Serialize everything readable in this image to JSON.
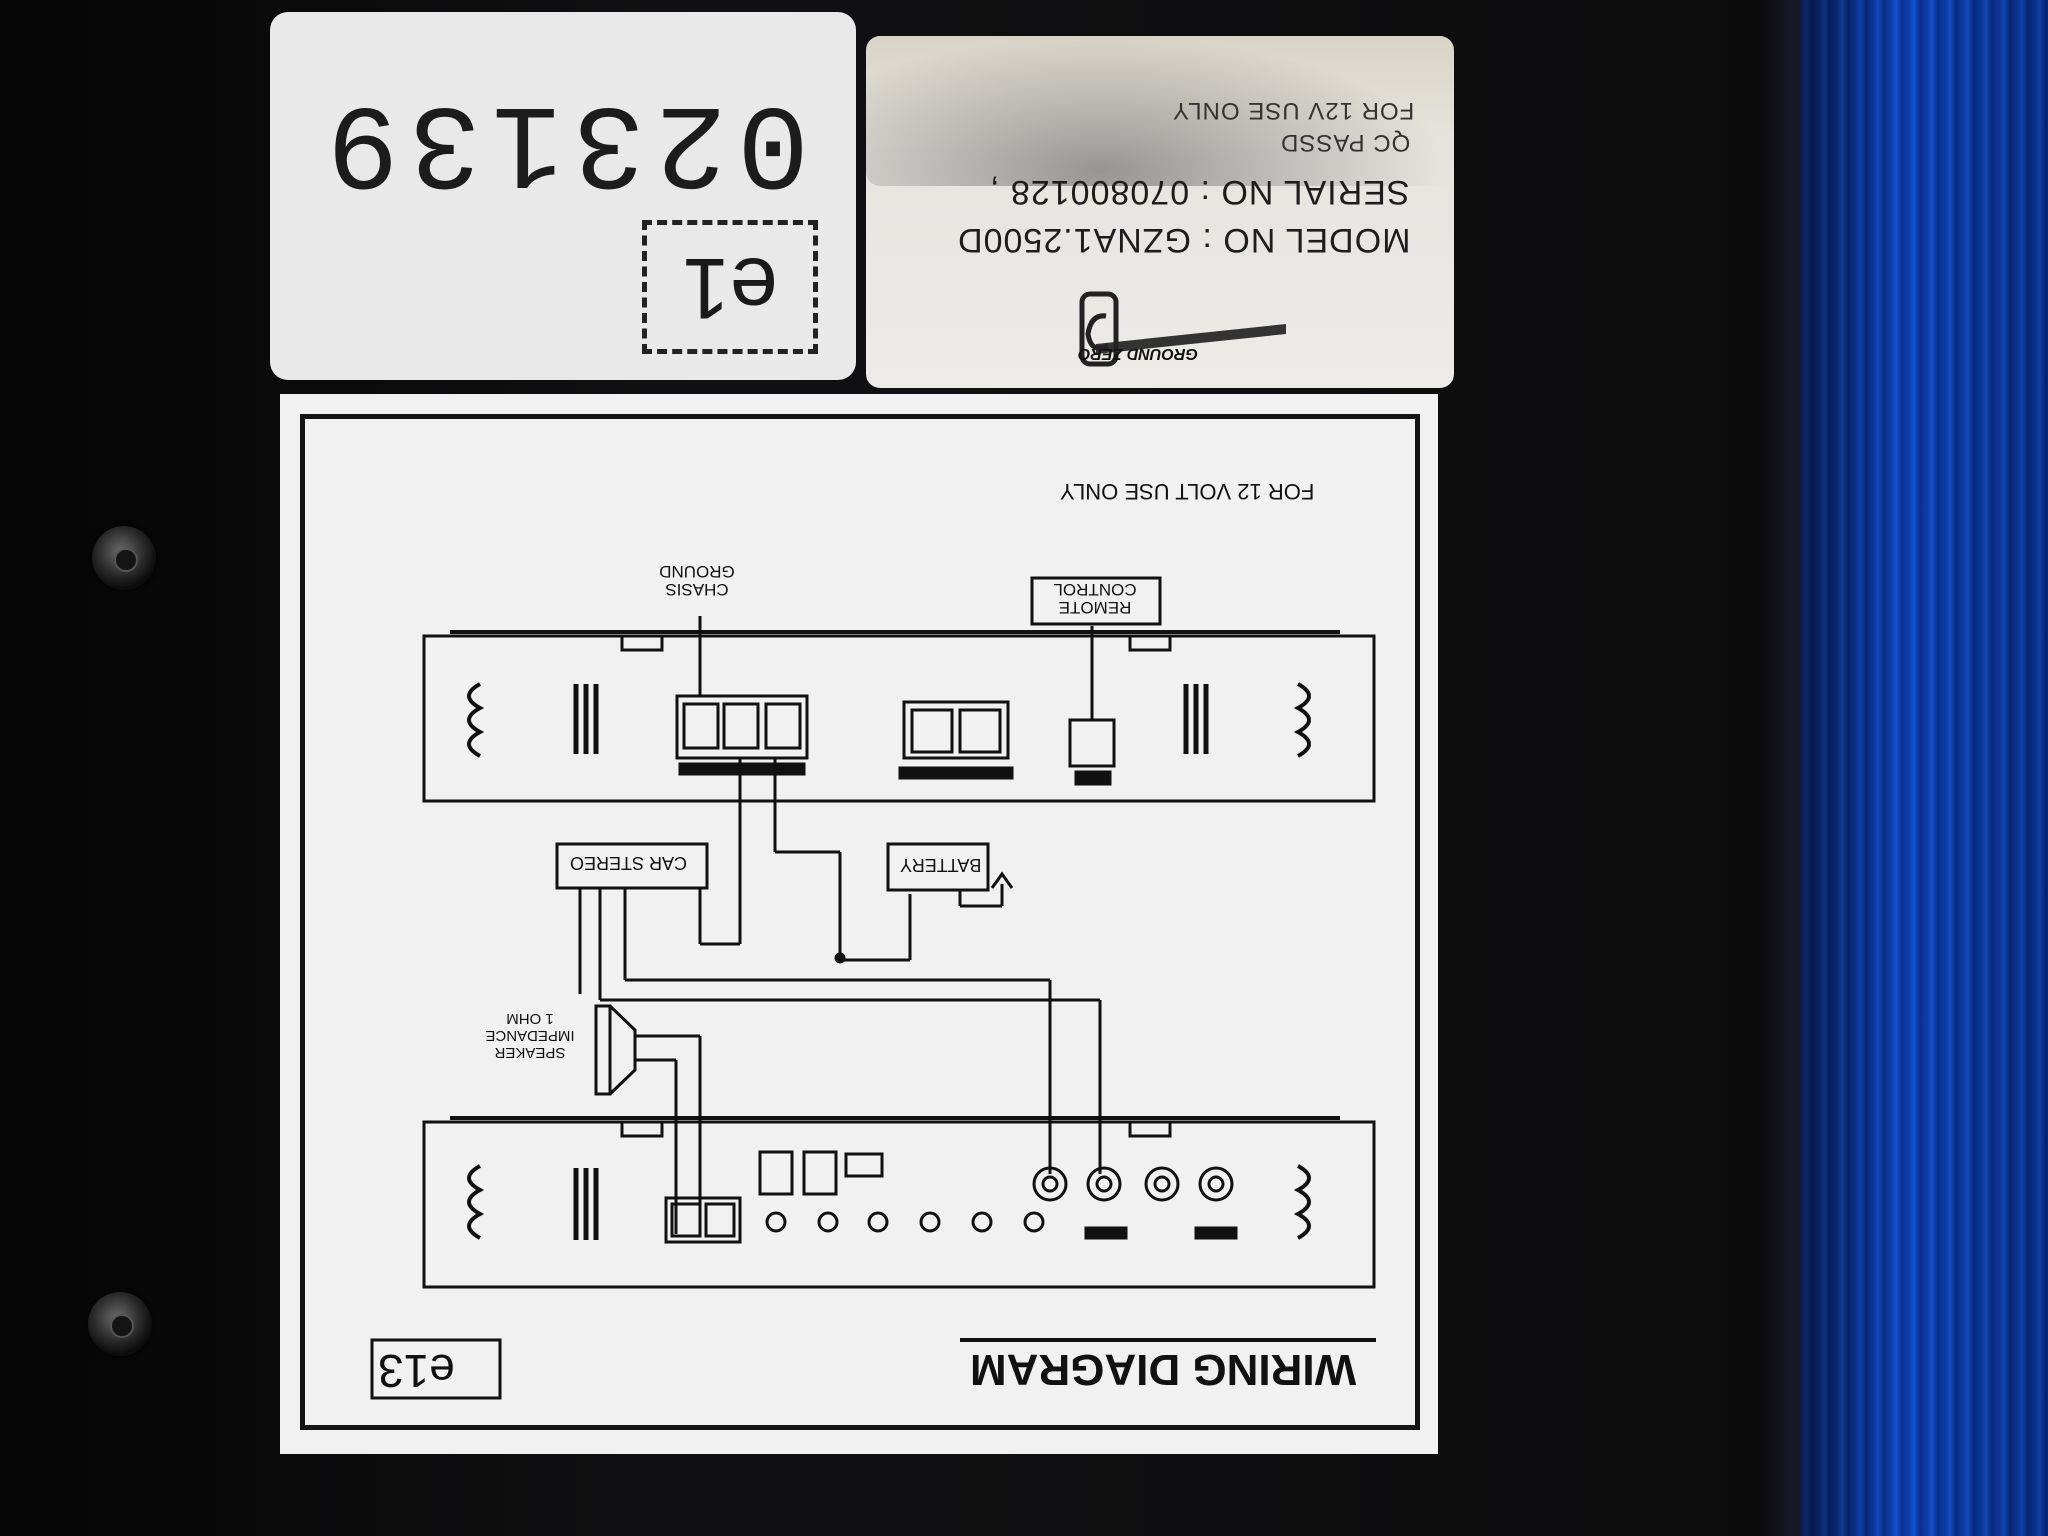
{
  "label_number": {
    "code": "023139",
    "mark": "e1"
  },
  "model_label": {
    "model_no": "MODEL NO : GZNA1.2500D",
    "serial_no": "SERIAL NO : 070800128 ,",
    "qc": "QC PASSD",
    "usage": "FOR 12V USE ONLY",
    "brand": "GROUND ZERO"
  },
  "wiring_diagram": {
    "title": "WIRING DIAGRAM",
    "mark": "e13",
    "usage_note": "FOR 12 VOLT USE ONLY",
    "remote_control": "REMOTE CONTROL",
    "chassis_ground": "CHASIS GROUND",
    "car_stereo": "CAR STEREO",
    "battery": "BATTERY",
    "speaker": "SPEAKER IMPEDANCE 1 OHM"
  }
}
